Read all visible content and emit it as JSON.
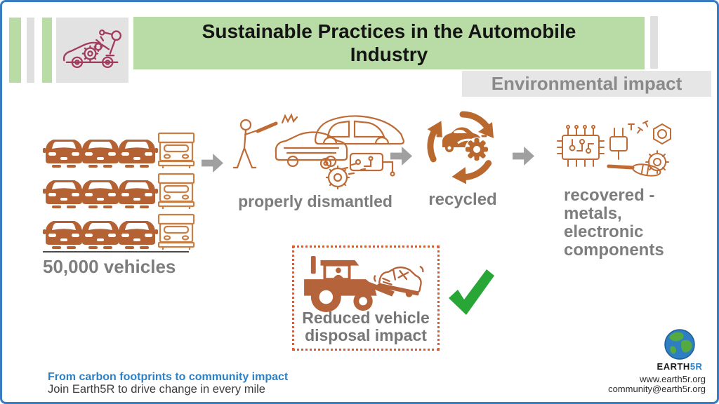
{
  "header": {
    "title": "Sustainable Practices in the Automobile\nIndustry",
    "subtitle": "Environmental impact"
  },
  "flow": {
    "vehicles_label": "50,000 vehicles",
    "dismantled_label": "properly dismantled",
    "recycled_label": "recycled",
    "recovered_label": "recovered -\nmetals,\nelectronic\ncomponents"
  },
  "highlight": {
    "label": "Reduced vehicle\ndisposal impact"
  },
  "footer": {
    "tagline_bold": "From carbon footprints to community impact",
    "tagline_regular": "Join Earth5R to drive change in every mile",
    "brand_black": "EARTH",
    "brand_blue": "5R",
    "website": "www.earth5r.org",
    "email": "community@earth5r.org"
  },
  "icons": {
    "header": "car-factory-robot-icon",
    "step1": "stacked-vehicles-icon",
    "step2": "dismantling-icon",
    "step3": "recycle-car-icon",
    "step4": "recovered-parts-icon",
    "highlight": "tow-truck-icon",
    "approval": "green-check-icon",
    "logo": "earth-globe-icon"
  },
  "colors": {
    "frame_blue": "#3a7cc1",
    "banner_green": "#b9dca6",
    "solid_orange": "#b46234",
    "outline_orange": "#bf6b35",
    "truck_orange": "#c87f45",
    "recycle_orange": "#b9682e",
    "dashed_border": "#e4592a",
    "check_green": "#28a737",
    "maroon": "#a23b5e",
    "gray_text": "#7d7d7d",
    "blue_text": "#2d80c4"
  }
}
